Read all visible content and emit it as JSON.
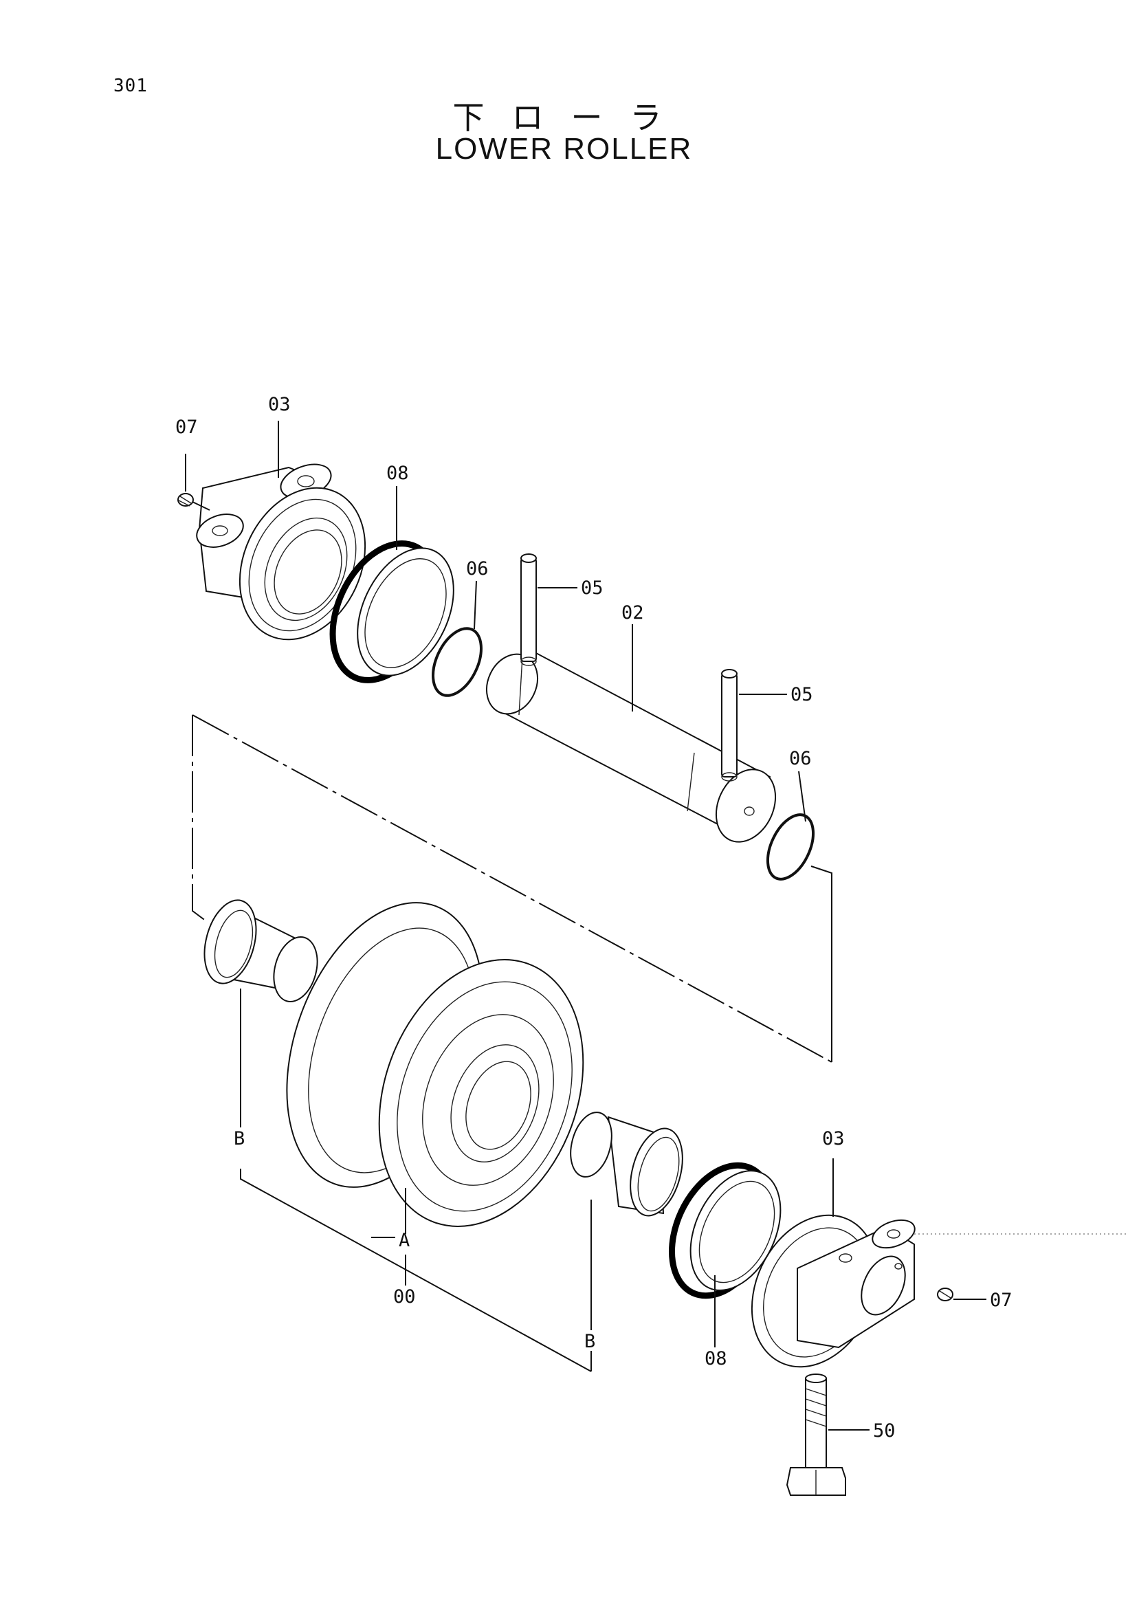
{
  "page_number": "301",
  "title_jp": "下ローラ",
  "title_en": "LOWER ROLLER",
  "callouts": {
    "c07a": "07",
    "c03a": "03",
    "c08a": "08",
    "c06a": "06",
    "c05a": "05",
    "c02": "02",
    "c05b": "05",
    "c06b": "06",
    "bl": "B",
    "a": "A",
    "c00": "00",
    "br": "B",
    "c08b": "08",
    "c03b": "03",
    "c07b": "07",
    "c50": "50"
  }
}
